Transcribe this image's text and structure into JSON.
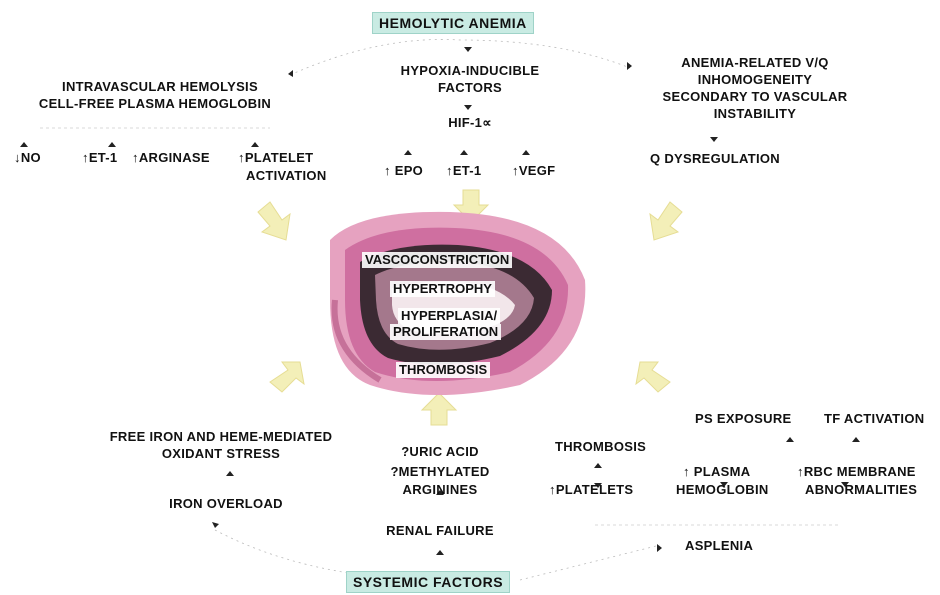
{
  "top_title": "HEMOLYTIC ANEMIA",
  "bottom_title": "SYSTEMIC FACTORS",
  "upper_left": {
    "line1": "INTRAVASCULAR HEMOLYSIS",
    "line2": "CELL-FREE PLASMA HEMOGLOBIN",
    "effects": [
      "NO",
      "ET-1",
      "ARGINASE",
      "PLATELET",
      "ACTIVATION"
    ]
  },
  "upper_center": {
    "line1": "HYPOXIA-INDUCIBLE",
    "line2": "FACTORS",
    "hif": "HIF-1∝",
    "effects": [
      "EPO",
      "ET-1",
      "VEGF"
    ]
  },
  "upper_right": {
    "lines": [
      "ANEMIA-RELATED V/Q",
      "INHOMOGENEITY",
      "SECONDARY TO VASCULAR",
      "INSTABILITY"
    ],
    "q": "Q DYSREGULATION"
  },
  "center": {
    "items": [
      "VASCOCONSTRICTION",
      "HYPERTROPHY",
      "HYPERPLASIA/",
      "PROLIFERATION",
      "THROMBOSIS"
    ]
  },
  "lower_left": {
    "line1": "FREE IRON AND HEME-MEDIATED",
    "line2": "OXIDANT STRESS",
    "iron": "IRON OVERLOAD"
  },
  "lower_center": {
    "uric": "?URIC ACID",
    "meth1": "?METHYLATED",
    "meth2": "ARGININES",
    "renal": "RENAL FAILURE"
  },
  "lower_right": {
    "ps": "PS EXPOSURE",
    "tf": "TF ACTIVATION",
    "thrombosis": "THROMBOSIS",
    "platelets": "PLATELETS",
    "plasma1": "PLASMA",
    "plasma2": "HEMOGLOBIN",
    "rbc1": "RBC MEMBRANE",
    "rbc2": "ABNORMALITIES",
    "asplenia": "ASPLENIA"
  },
  "colors": {
    "title_box": "#c9ebe3",
    "arrow_fill": "#f3efb8",
    "tissue_pink": "#dd8fb3",
    "tissue_dark": "#3a2430"
  },
  "icons": [
    "up-arrow-icon",
    "down-arrow-icon",
    "yellow-arrow-icon",
    "vessel-histology-image"
  ]
}
